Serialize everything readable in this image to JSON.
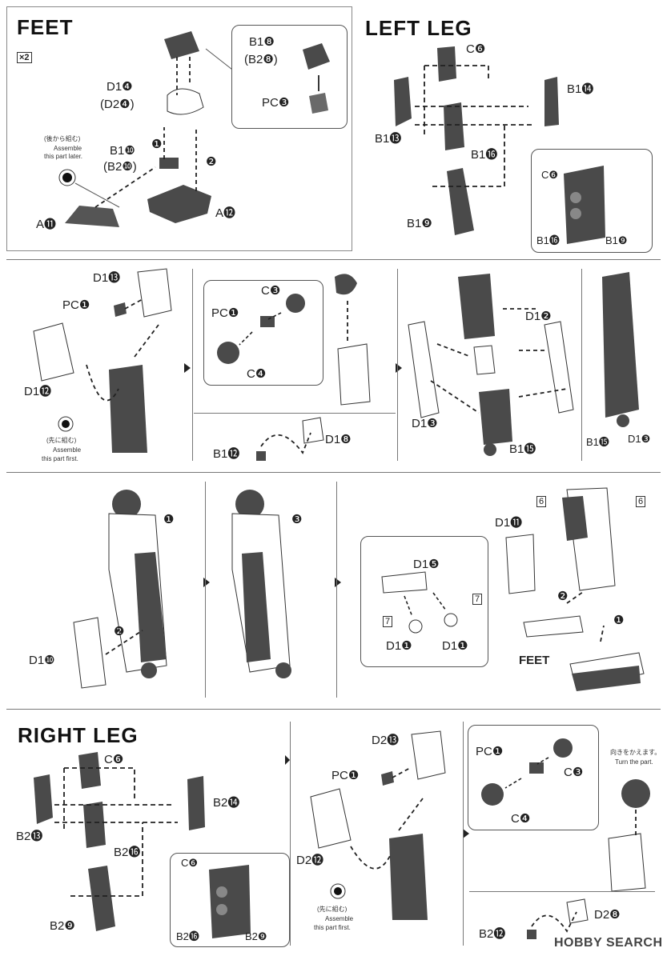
{
  "feet": {
    "title": "FEET",
    "multiplier": "×2",
    "labels": {
      "d1_4": "D1❹",
      "d2_4": "(D2❹)",
      "b1_10": "B1❿",
      "b2_10": "(B2❿)",
      "a11": "A⓫",
      "a12": "A⓬",
      "b1_8": "B1❽",
      "b2_8": "(B2❽)",
      "pc3": "PC❸",
      "step1": "❶",
      "step2": "❷"
    },
    "note_jp": "(後から組む)",
    "note_en1": "Assemble",
    "note_en2": "this part later."
  },
  "left_leg": {
    "title": "LEFT LEG",
    "labels": {
      "c6": "C❻",
      "b1_14": "B1⓮",
      "b1_13": "B1⓭",
      "b1_16": "B1⓰",
      "b1_9": "B1❾",
      "inset_c6": "C❻",
      "inset_b1_16": "B1⓰",
      "inset_b1_9": "B1❾"
    }
  },
  "mid_row": {
    "labels": {
      "d1_13": "D1⓭",
      "pc1": "PC❶",
      "d1_12": "D1⓬",
      "c3": "C❸",
      "pc1b": "PC❶",
      "c4": "C❹",
      "b1_12": "B1⓬",
      "d1_8": "D1❽",
      "d1_2": "D1❷",
      "d1_3": "D1❸",
      "b1_15": "B1⓯",
      "b1_15b": "B1⓯",
      "d1_3b": "D1❸"
    },
    "note_jp": "(先に組む)",
    "note_en1": "Assemble",
    "note_en2": "this part first."
  },
  "assembly_row": {
    "labels": {
      "step1": "❶",
      "step2": "❷",
      "step3": "❸",
      "d1_10": "D1❿",
      "d1_11": "D1⓫",
      "d1_5": "D1❺",
      "d1_1a": "D1❶",
      "d1_1b": "D1❶",
      "seal6a": "6",
      "seal6b": "6",
      "seal7a": "7",
      "seal7b": "7",
      "feet": "FEET",
      "step2b": "❷",
      "step1b": "❶"
    }
  },
  "right_leg": {
    "title": "RIGHT LEG",
    "labels": {
      "c6": "C❻",
      "b2_14": "B2⓮",
      "b2_13": "B2⓭",
      "b2_16": "B2⓰",
      "b2_9": "B2❾",
      "inset_c6": "C❻",
      "inset_b2_16": "B2⓰",
      "inset_b2_9": "B2❾",
      "d2_13": "D2⓭",
      "pc1": "PC❶",
      "d2_12": "D2⓬",
      "pc1b": "PC❶",
      "c3": "C❸",
      "c4": "C❹",
      "b2_12": "B2⓬",
      "d2_8": "D2❽"
    },
    "note_jp": "(先に組む)",
    "note_en1": "Assemble",
    "note_en2": "this part first.",
    "turn_jp": "向きをかえます。",
    "turn_en": "Turn the part."
  },
  "watermark": "HOBBY SEARCH",
  "colors": {
    "part_dark": "#4a4a4a",
    "part_mid": "#7a7a7a",
    "part_light": "#ffffff",
    "border": "#666666"
  }
}
